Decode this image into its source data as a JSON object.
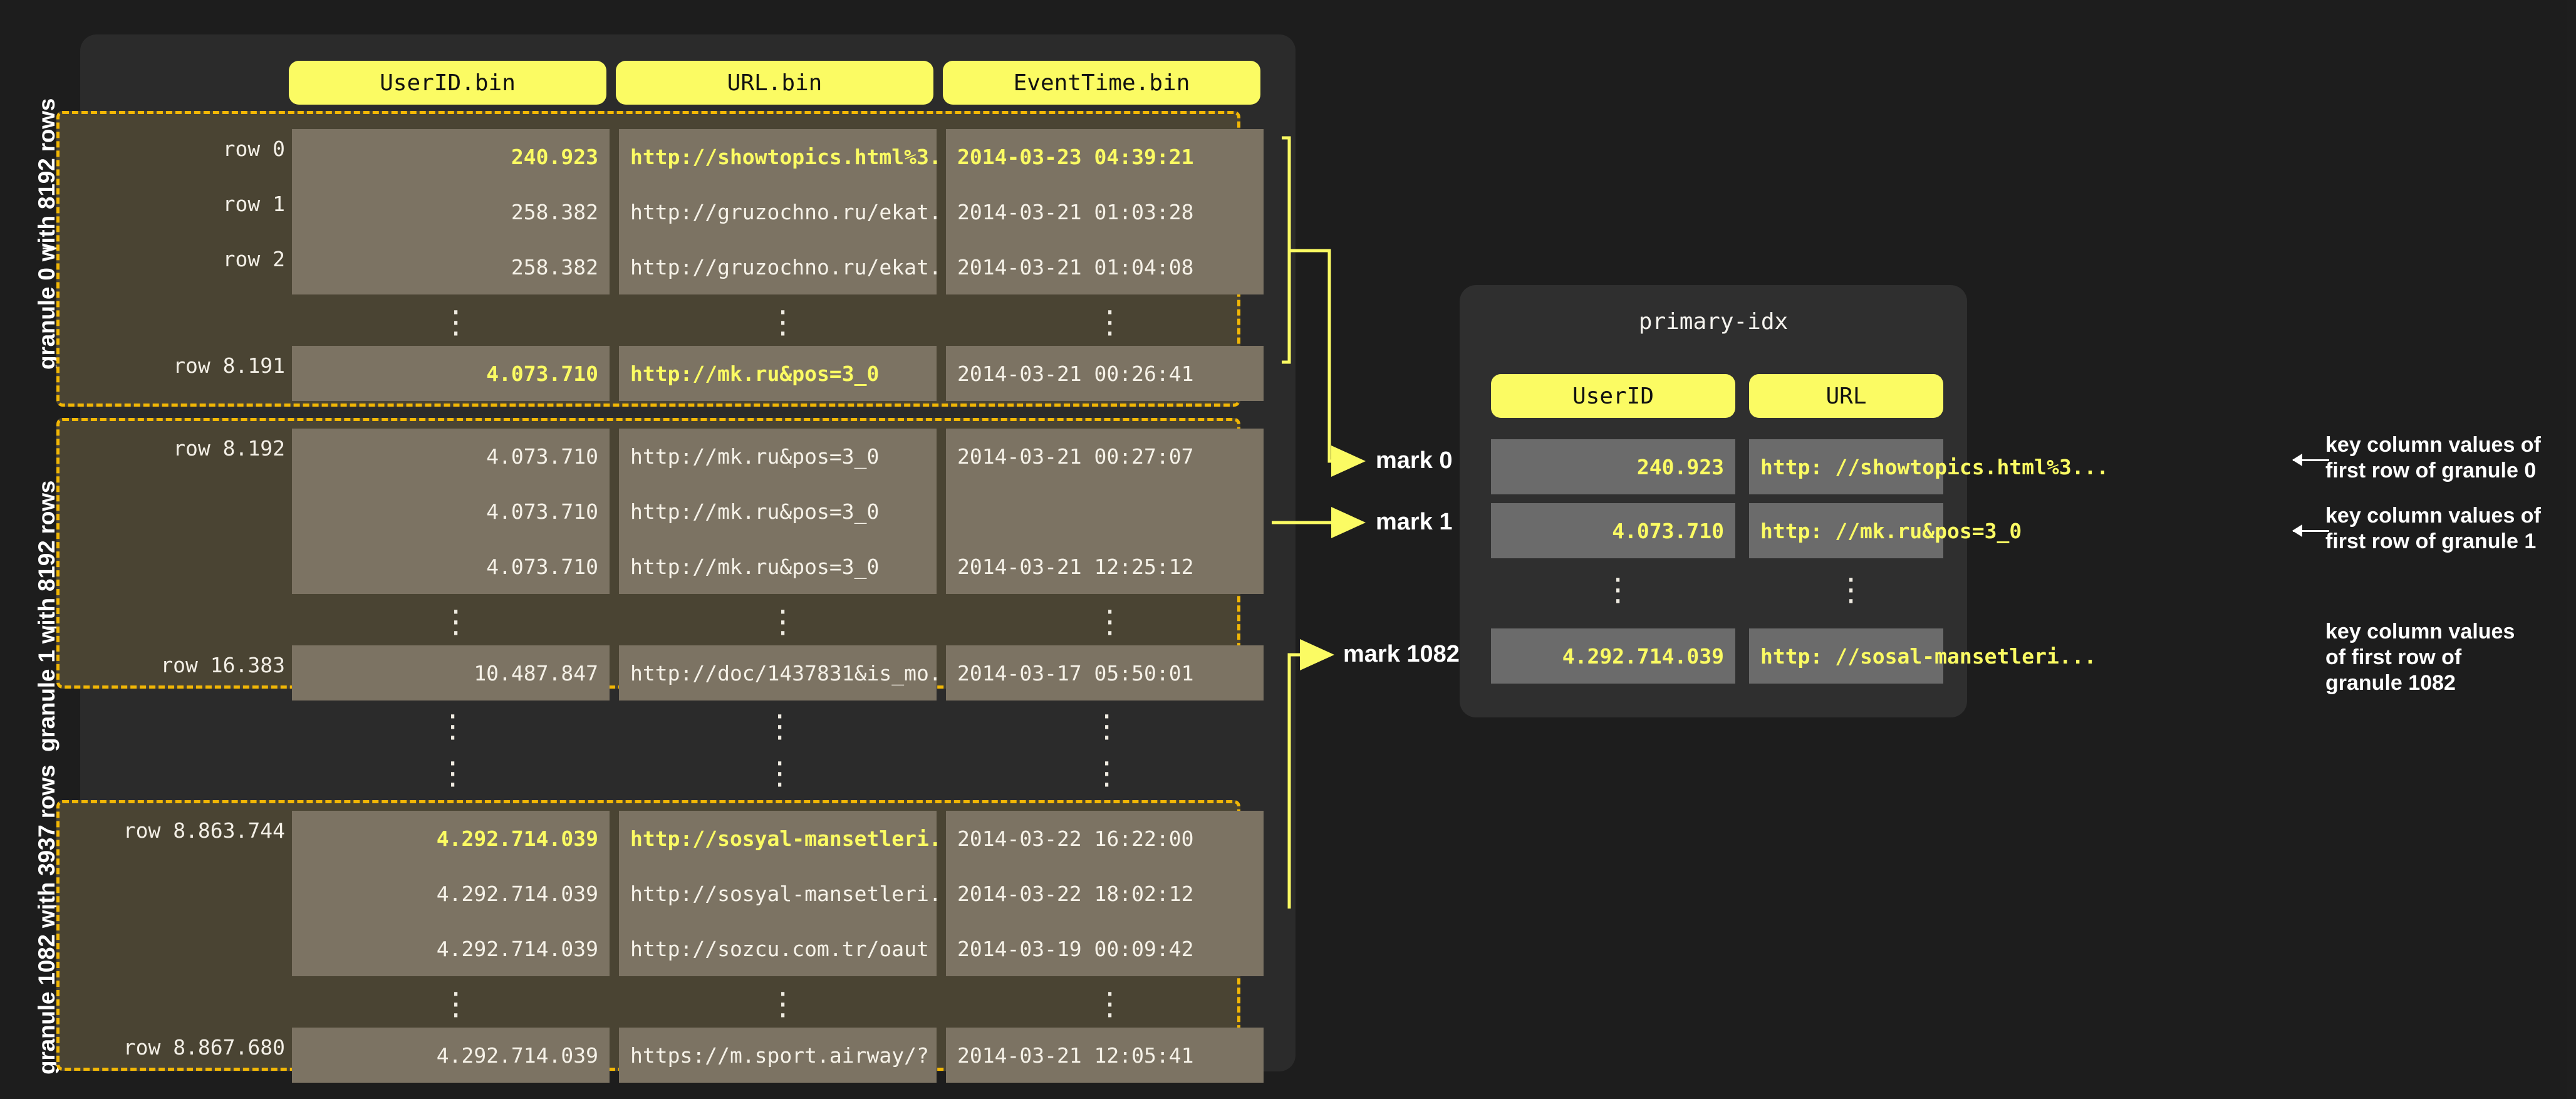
{
  "granule_labels": [
    {
      "text": "granule 0 with 8192 rows"
    },
    {
      "text": "granule 1 with 8192 rows"
    },
    {
      "text": "granule 1082 with 3937 rows"
    }
  ],
  "data_panel": {
    "columns": [
      "UserID.bin",
      "URL.bin",
      "EventTime.bin"
    ],
    "granules": [
      {
        "id": "granule-0",
        "rows": [
          {
            "label": "row 0",
            "userid": "240.923",
            "url": "http://showtopics.html%3...",
            "eventtime": "2014-03-23 04:39:21",
            "highlight": true
          },
          {
            "label": "row 1",
            "userid": "258.382",
            "url": "http://gruzochno.ru/ekat...",
            "eventtime": "2014-03-21 01:03:28",
            "highlight": false
          },
          {
            "label": "row 2",
            "userid": "258.382",
            "url": "http://gruzochno.ru/ekat...",
            "eventtime": "2014-03-21 01:04:08",
            "highlight": false
          },
          {
            "label": "",
            "ellipsis": true
          },
          {
            "label": "row 8.191",
            "userid": "4.073.710",
            "url": "http://mk.ru&pos=3_0",
            "eventtime": "2014-03-21 00:26:41",
            "highlight": true
          }
        ]
      },
      {
        "id": "granule-1",
        "rows": [
          {
            "label": "row 8.192",
            "userid": "4.073.710",
            "url": "http://mk.ru&pos=3_0",
            "eventtime": "2014-03-21 00:27:07",
            "highlight": false
          },
          {
            "label": "",
            "userid": "4.073.710",
            "url": "http://mk.ru&pos=3_0",
            "eventtime": "",
            "highlight": false
          },
          {
            "label": "",
            "userid": "4.073.710",
            "url": "http://mk.ru&pos=3_0",
            "eventtime": "2014-03-21 12:25:12",
            "highlight": false
          },
          {
            "label": "",
            "ellipsis": true
          },
          {
            "label": "row 16.383",
            "userid": "10.487.847",
            "url": "http://doc/1437831&is_mo...",
            "eventtime": "2014-03-17 05:50:01",
            "highlight": false
          }
        ]
      },
      {
        "id": "granule-1082",
        "rows": [
          {
            "label": "row 8.863.744",
            "userid": "4.292.714.039",
            "url": "http://sosyal-mansetleri...",
            "eventtime": "2014-03-22 16:22:00",
            "highlight": true
          },
          {
            "label": "",
            "userid": "4.292.714.039",
            "url": "http://sosyal-mansetleri...",
            "eventtime": "2014-03-22 18:02:12",
            "highlight": false
          },
          {
            "label": "",
            "userid": "4.292.714.039",
            "url": "http://sozcu.com.tr/oaut",
            "eventtime": "2014-03-19 00:09:42",
            "highlight": false
          },
          {
            "label": "",
            "ellipsis": true
          },
          {
            "label": "row 8.867.680",
            "userid": "4.292.714.039",
            "url": "https://m.sport.airway/?",
            "eventtime": "2014-03-21 12:05:41",
            "highlight": false
          }
        ]
      }
    ]
  },
  "marks": [
    {
      "label": "mark 0"
    },
    {
      "label": "mark 1"
    },
    {
      "label": "mark 1082"
    }
  ],
  "primary_index": {
    "title": "primary-idx",
    "columns": [
      "UserID",
      "URL"
    ],
    "rows": [
      {
        "userid": "240.923",
        "url": "http: //showtopics.html%3..."
      },
      {
        "userid": "4.073.710",
        "url": "http: //mk.ru&pos=3_0"
      },
      {
        "ellipsis": true
      },
      {
        "userid": "4.292.714.039",
        "url": "http: //sosal-mansetleri..."
      }
    ]
  },
  "annotations": [
    {
      "line1": "key column values of",
      "line2": "first row of granule 0",
      "line3": ""
    },
    {
      "line1": "key column values of",
      "line2": "first row of granule 1",
      "line3": ""
    },
    {
      "line1": "key column values",
      "line2": "of first row of",
      "line3": "granule 1082"
    }
  ],
  "colors": {
    "background": "#1d1d1d",
    "panel": "#2b2b2b",
    "index_panel": "#2f2f2f",
    "accent_yellow": "#fbfb63",
    "granule_border": "#f2b705",
    "granule_fill": "#4a4433",
    "cell_fill": "#7c7363",
    "index_cell_fill": "#6b6b6b",
    "text": "#f6f2e8"
  }
}
